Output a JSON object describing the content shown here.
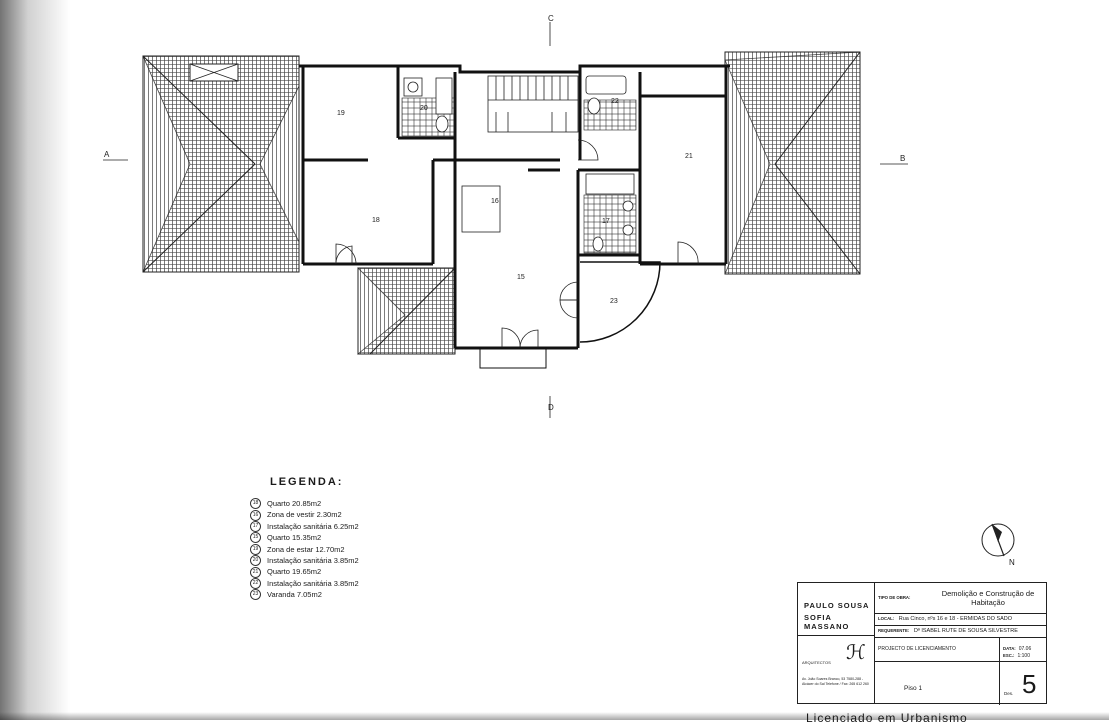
{
  "plan": {
    "cuts": {
      "top": "C",
      "bottom": "D",
      "left": "A",
      "right": "B"
    },
    "rooms": [
      {
        "id": "r19",
        "label": "19"
      },
      {
        "id": "r18",
        "label": "18"
      },
      {
        "id": "r20",
        "label": "20"
      },
      {
        "id": "r22",
        "label": "22"
      },
      {
        "id": "r21",
        "label": "21"
      },
      {
        "id": "r16",
        "label": "16"
      },
      {
        "id": "r17",
        "label": "17"
      },
      {
        "id": "r15",
        "label": "15"
      },
      {
        "id": "r23",
        "label": "23"
      }
    ]
  },
  "legend": {
    "title": "LEGENDA:",
    "items": [
      {
        "num": "18",
        "text": "Quarto  20.85m2"
      },
      {
        "num": "16",
        "text": "Zona de vestir  2.30m2"
      },
      {
        "num": "17",
        "text": "Instalação sanitária  6.25m2"
      },
      {
        "num": "15",
        "text": "Quarto  15.35m2"
      },
      {
        "num": "19",
        "text": "Zona de estar  12.70m2"
      },
      {
        "num": "20",
        "text": "Instalação sanitária  3.85m2"
      },
      {
        "num": "21",
        "text": "Quarto  19.65m2"
      },
      {
        "num": "22",
        "text": "Instalação sanitária  3.85m2"
      },
      {
        "num": "23",
        "text": "Varanda  7.05m2"
      }
    ]
  },
  "compass": {
    "label": "N"
  },
  "titleblock": {
    "firm_line1": "PAULO SOUSA",
    "firm_line2": "SOFIA MASSANO",
    "architects_label": "ARQUITECTOS",
    "address": "Av. João Soares Branco, 53 7580-288 - Alcácer do Sal Telefone / Fax: 265 612 260",
    "obra_label": "TIPO DE OBRA:",
    "obra_value": "Demolição e Construção de Habitação",
    "local_label": "LOCAL:",
    "local_value": "Rua Cinco, nºs 16 e 18 - ERMIDAS DO SADO",
    "req_label": "REQUERENTE:",
    "req_value": "Dª ISABEL RUTE DE SOUSA SILVESTRE",
    "project_value": "PROJECTO DE LICENCIAMENTO",
    "data_label": "DATA:",
    "data_value": "07.06",
    "esc_label": "ESC.:",
    "esc_value": "1:100",
    "piso_value": "Piso 1",
    "des_label": "Des.",
    "des_value": "5"
  },
  "footer_text": "Licenciado em Urbanismo"
}
